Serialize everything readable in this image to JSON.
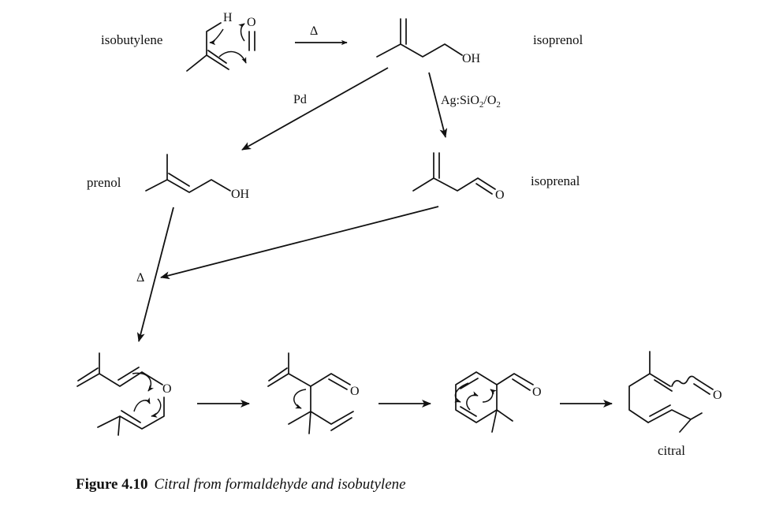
{
  "compounds": {
    "isobutylene": "isobutylene",
    "isoprenol": "isoprenol",
    "prenol": "prenol",
    "isoprenal": "isoprenal",
    "citral": "citral"
  },
  "atoms": {
    "hydrogen": "H",
    "oxygen": "O",
    "hydroxyl": "OH"
  },
  "conditions": {
    "heat": "Δ",
    "palladium": "Pd",
    "oxidation": "Ag:SiO",
    "oxidation_sub1": "2",
    "oxidation_mid": "/O",
    "oxidation_sub2": "2"
  },
  "caption": {
    "number": "Figure 4.10",
    "title": "Citral from formaldehyde and isobutylene"
  }
}
